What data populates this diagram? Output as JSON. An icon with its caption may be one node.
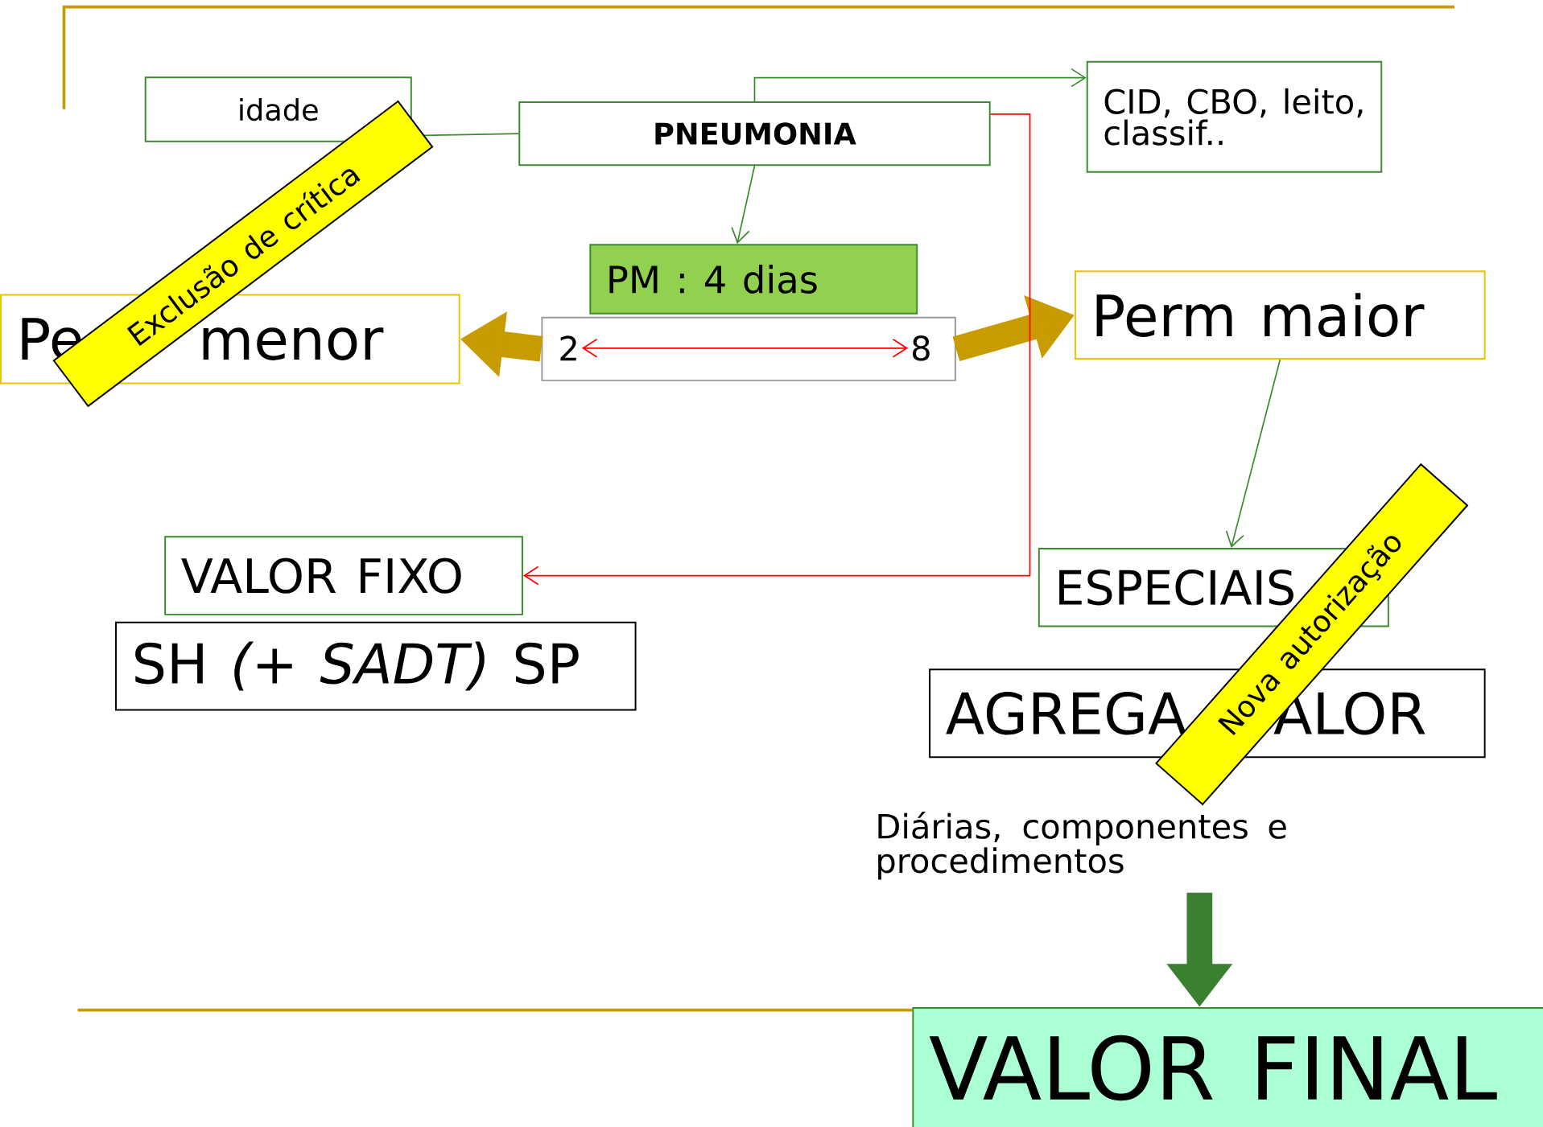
{
  "diagram": {
    "nodes": [
      {
        "text": [
          "idade"
        ]
      },
      {
        "text": [
          "PNEUMONIA"
        ]
      },
      {
        "text": [
          "CID, CBO, leito, classif.."
        ]
      },
      {
        "text": [
          "PM : 4 dias"
        ]
      },
      {
        "text": [],
        "shape": "box"
      },
      {
        "text": [
          "2"
        ],
        "in": 4
      },
      {
        "text": [
          "8"
        ],
        "in": 4
      },
      {
        "text": [
          "Pe",
          "menor"
        ]
      },
      {
        "text": [
          "Perm maior"
        ]
      },
      {
        "text": [
          "VALOR FIXO"
        ]
      },
      {
        "text": [
          "SH *(+ SADT)* SP"
        ]
      },
      {
        "text": [
          "ESPECIAIS"
        ]
      },
      {
        "text": [
          "AGREGA",
          "ALOR"
        ]
      },
      {
        "text": [
          "Diárias, componentes e procedimentos"
        ]
      },
      {
        "text": [
          "VALOR FINAL"
        ]
      },
      {
        "text": [
          "Exclusão de crítica"
        ]
      },
      {
        "text": [
          "Nova autorização"
        ]
      }
    ],
    "edges": [
      {
        "from": 1,
        "to": 0,
        "arrow": "none"
      },
      {
        "from": 1,
        "to": 2,
        "arrow": "to"
      },
      {
        "from": 1,
        "to": 3,
        "arrow": "to"
      },
      {
        "from": 4,
        "to": 7,
        "arrow": "to",
        "style": "thick",
        "color": "#c89b00"
      },
      {
        "from": 4,
        "to": 8,
        "arrow": "to",
        "style": "thick",
        "color": "#c89b00"
      },
      {
        "from": 1,
        "to": 9,
        "arrow": "to",
        "color": "#ff0000"
      },
      {
        "from": 8,
        "to": 11,
        "arrow": "to"
      },
      {
        "from": 13,
        "to": 14,
        "arrow": "to",
        "style": "thick",
        "color": "#3b8030"
      },
      {
        "from": 5,
        "to": 6,
        "arrow": "both",
        "color": "#ff0000"
      }
    ]
  }
}
